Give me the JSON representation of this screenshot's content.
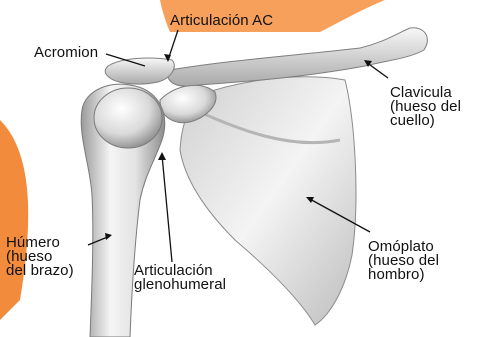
{
  "background": {
    "page_color": "#ffffff",
    "accent_orange": "#f7a05c",
    "accent_orange_dark": "#f28b3b",
    "bone_light": "#f2f2f2",
    "bone_mid": "#cfcfcf",
    "bone_dark": "#8a8a8a"
  },
  "labels": {
    "articulacion_ac": "Articulación AC",
    "acromion": "Acromion",
    "clavicula": [
      "Clavicula",
      "(hueso del",
      "cuello)"
    ],
    "humero": [
      "Húmero",
      "(hueso",
      "del brazo)"
    ],
    "articulacion_glenohumeral": [
      "Articulación",
      "glenohumeral"
    ],
    "omoplato": [
      "Omóplato",
      "(hueso del",
      "hombro)"
    ]
  }
}
